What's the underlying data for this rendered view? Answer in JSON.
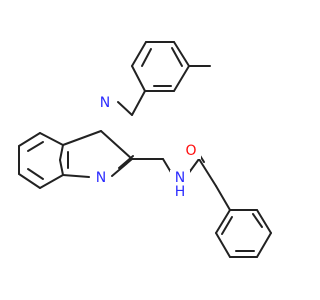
{
  "molecule": {
    "colors": {
      "bond": "#222222",
      "nitrogen": "#2c2cff",
      "oxygen": "#ff0d0d"
    },
    "atom_labels": {
      "n1": "N",
      "n3": "N",
      "amide_n": "N",
      "amide_h": "H",
      "o": "O"
    }
  }
}
